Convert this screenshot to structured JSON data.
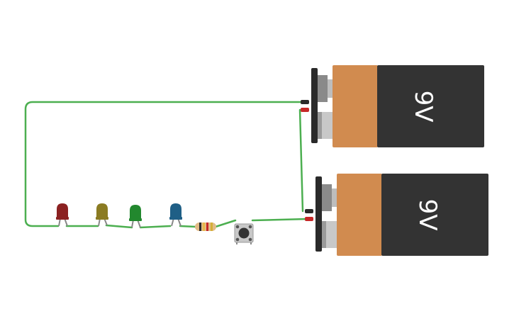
{
  "circuit": {
    "wire_color": "#4caf50",
    "batteries": [
      {
        "id": "battery-top",
        "label": "9V",
        "body_color": "#333333",
        "cap_color": "#d18b4f"
      },
      {
        "id": "battery-bottom",
        "label": "9V",
        "body_color": "#333333",
        "cap_color": "#d18b4f"
      }
    ],
    "leds": [
      {
        "name": "red-led",
        "color": "#8b2121"
      },
      {
        "name": "olive-led",
        "color": "#8b7b22"
      },
      {
        "name": "green-led",
        "color": "#22882e"
      },
      {
        "name": "blue-led",
        "color": "#1f5f86"
      }
    ],
    "resistor": {
      "bands": [
        "#2a2a2a",
        "#e8b94a",
        "#c62828",
        "#d4af37"
      ]
    },
    "pushbutton": {
      "cap_color": "#333333",
      "body_color": "#c8c8c8"
    },
    "terminal_colors": {
      "negative": "#2a2a2a",
      "positive": "#c62828"
    }
  }
}
